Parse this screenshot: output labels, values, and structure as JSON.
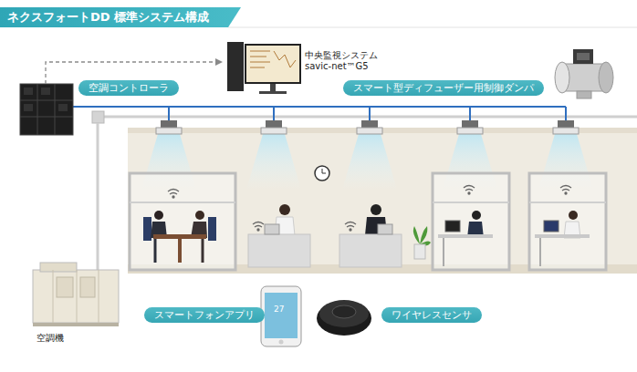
{
  "diagram": {
    "title": "ネクスフォートDD 標準システム構成",
    "nodes": [
      {
        "text": [
          "空調コントローラ"
        ]
      },
      {
        "text": [
          "スマート型ディフューザー用制御ダンパ"
        ]
      },
      {
        "text": [
          "スマートフォンアプリ"
        ]
      },
      {
        "text": [
          "ワイヤレスセンサ"
        ]
      }
    ],
    "labels": [
      "中央監視システム",
      "savic-net™G5",
      "空調機",
      "27"
    ]
  }
}
